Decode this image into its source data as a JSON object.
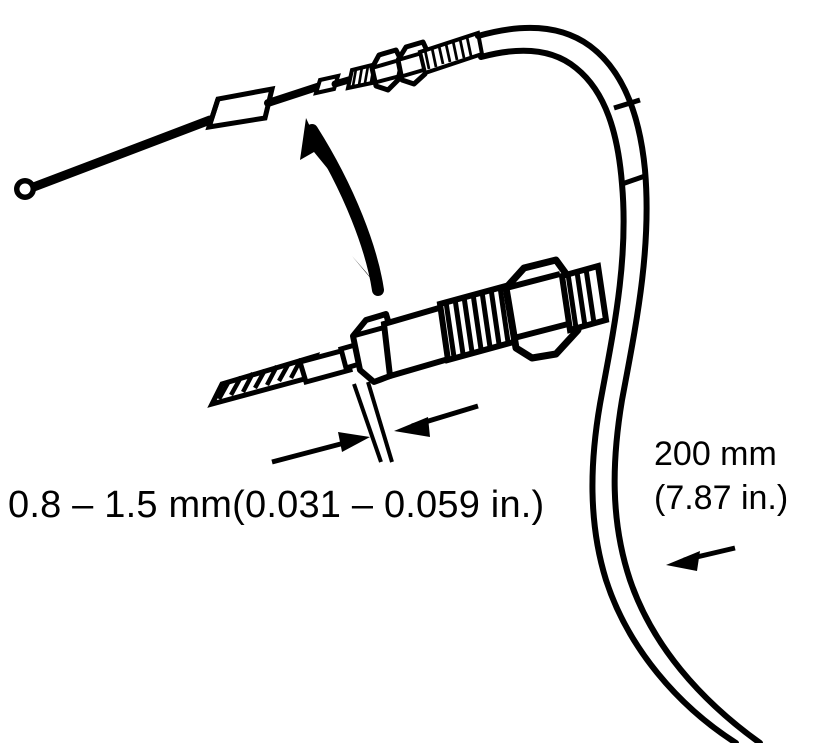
{
  "figure": {
    "title": "Cable free play adjustment detail",
    "type": "technical-line-drawing",
    "background_color": "#ffffff",
    "line_color": "#000000"
  },
  "labels": {
    "gap_dimension": "0.8 – 1.5 mm(0.031 – 0.059 in.)",
    "cable_length_mm": "200 mm",
    "cable_length_in": "(7.87 in.)"
  },
  "callouts": {
    "detail_leader_name": "curved-arrow-to-adjuster",
    "cable_leader_name": "straight-arrow-to-cable"
  },
  "parts": {
    "inner_cable_end": "eyelet-terminal",
    "barrel": "cable-barrel-ferrule",
    "adjuster_nuts": "hex-lock-nuts",
    "outer_housing": "cable-outer-housing",
    "spring_guard": "spring-guard",
    "detail_view": "enlarged-adjuster-detail",
    "braid": "braided-inner-cable"
  }
}
